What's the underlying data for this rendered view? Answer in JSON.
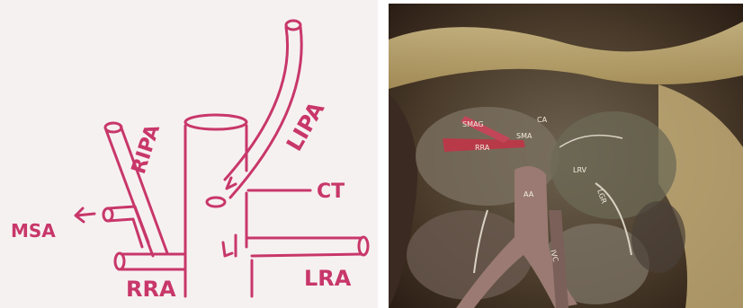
{
  "sketch": {
    "labels": {
      "ripa": "RIPA",
      "lipa": "LIPA",
      "ct": "CT",
      "msa": "MSA",
      "rra": "RRA",
      "lra": "LRA"
    },
    "colors": {
      "ink": "#c8376a",
      "paper": "#f6f1f1"
    }
  },
  "photo": {
    "labels": {
      "smag": "SMAG",
      "rra": "RRA",
      "sma": "SMA",
      "ca": "CA",
      "lrv": "LRV",
      "aa": "AA",
      "ivc": "IVC",
      "lgr": "LGR"
    }
  }
}
